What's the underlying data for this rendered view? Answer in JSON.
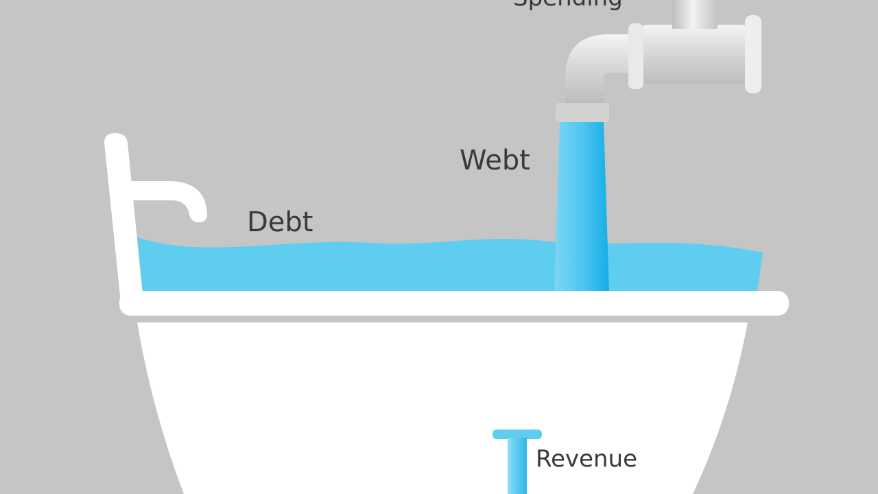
{
  "labels": {
    "spending": "Spending",
    "webt": "Webt",
    "debt": "Debt",
    "revenue": "Revenue"
  },
  "icons": {
    "faucet": "faucet-icon",
    "bathtub": "bathtub-icon",
    "drain": "drain-plug-icon"
  },
  "colors": {
    "background": "#c5c5c5",
    "water": "#5bcbee",
    "water_dark": "#1ab3ea",
    "tub": "#ffffff",
    "pipe": "#d9d9d9",
    "text": "#3a3a3a"
  }
}
